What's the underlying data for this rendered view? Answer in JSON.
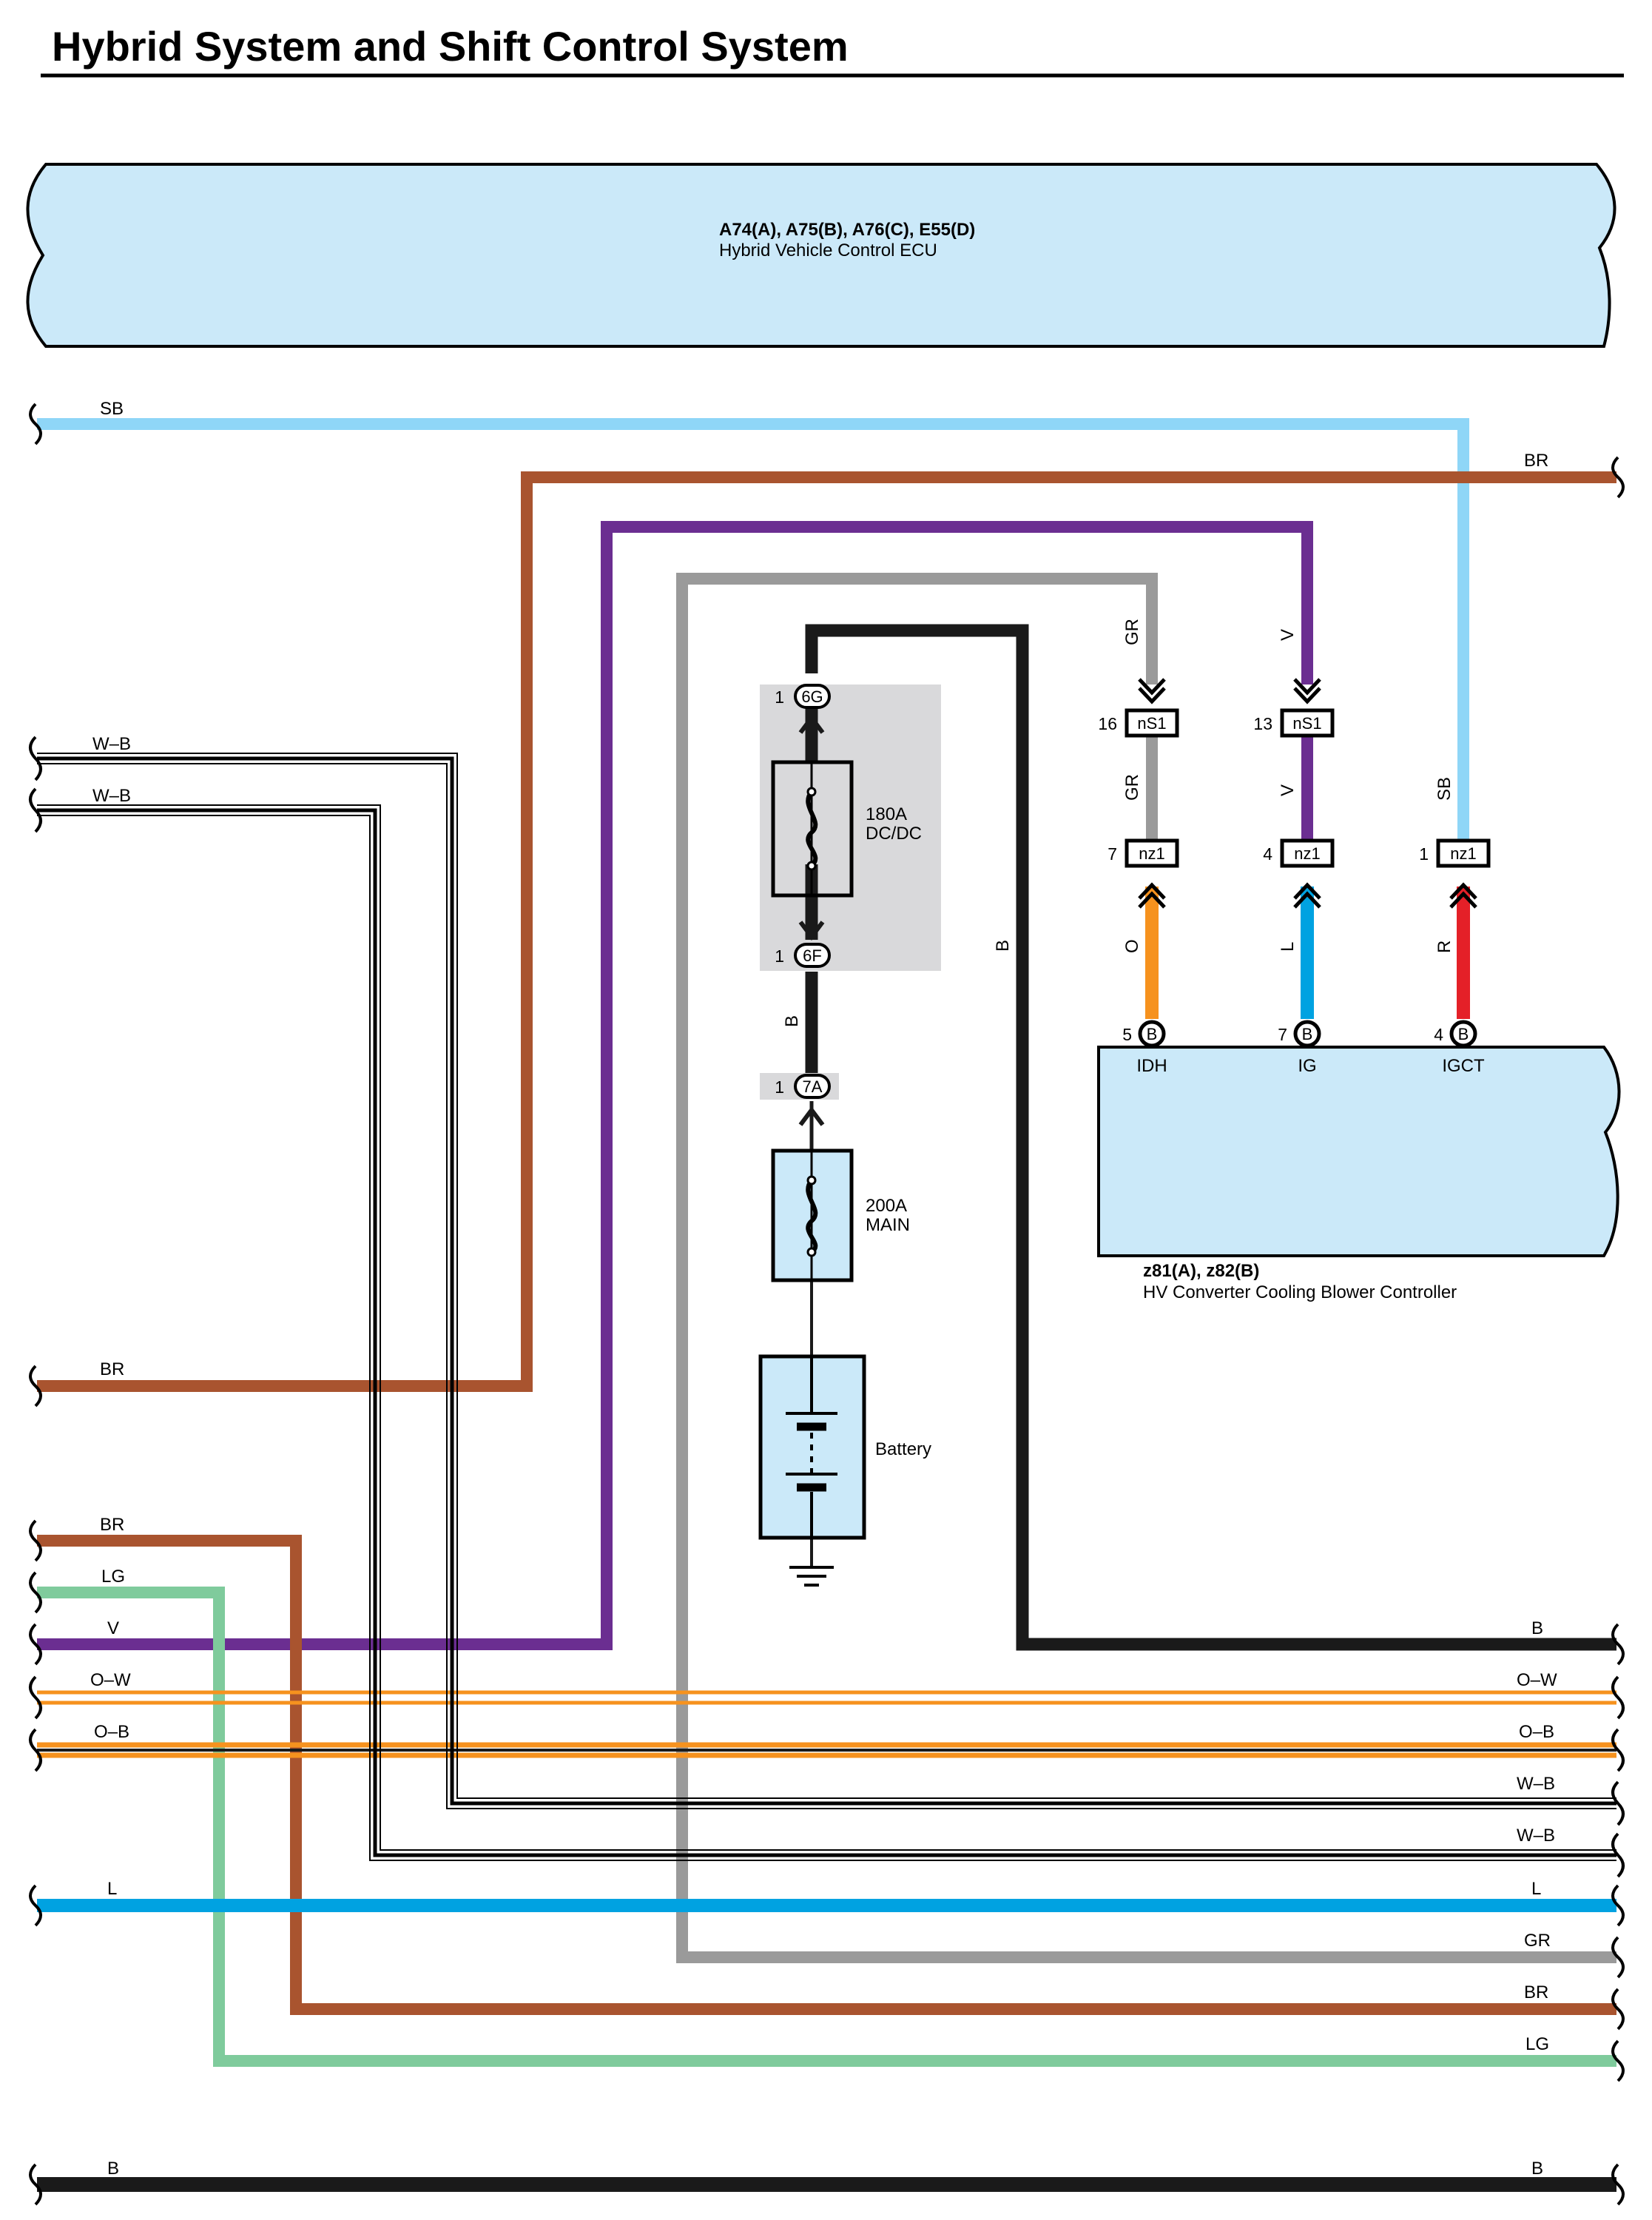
{
  "title": "Hybrid System and Shift Control System",
  "ecu": {
    "codes": "A74(A), A75(B), A76(C), E55(D)",
    "name": "Hybrid Vehicle Control ECU"
  },
  "controller": {
    "codes": "z81(A), z82(B)",
    "name": "HV Converter Cooling Blower Controller"
  },
  "fuse1": {
    "rating": "180A",
    "name": "DC/DC"
  },
  "fuse2": {
    "rating": "200A",
    "name": "MAIN"
  },
  "battery": "Battery",
  "connectors": {
    "c6G": {
      "pin": "1",
      "code": "6G"
    },
    "c6F": {
      "pin": "1",
      "code": "6F"
    },
    "c7A": {
      "pin": "1",
      "code": "7A"
    },
    "ns1_gr": {
      "pin": "16",
      "code": "nS1"
    },
    "ns1_v": {
      "pin": "13",
      "code": "nS1"
    },
    "nz1_o": {
      "pin": "7",
      "code": "nz1"
    },
    "nz1_l": {
      "pin": "4",
      "code": "nz1"
    },
    "nz1_r": {
      "pin": "1",
      "code": "nz1"
    },
    "b_idh": {
      "pin": "5",
      "code": "B",
      "terminal": "IDH"
    },
    "b_ig": {
      "pin": "7",
      "code": "B",
      "terminal": "IG"
    },
    "b_igct": {
      "pin": "4",
      "code": "B",
      "terminal": "IGCT"
    }
  },
  "wire_labels": {
    "sb_top": "SB",
    "br_top_right": "BR",
    "wb1_left": "W–B",
    "wb2_left": "W–B",
    "br_mid_left": "BR",
    "br_low_left": "BR",
    "lg_left": "LG",
    "v_left": "V",
    "ow_left": "O–W",
    "ob_left": "O–B",
    "l_left": "L",
    "b_bottom_left": "B",
    "b_right": "B",
    "ow_right": "O–W",
    "ob_right": "O–B",
    "wb1_right": "W–B",
    "wb2_right": "W–B",
    "l_right": "L",
    "gr_right": "GR",
    "br_right": "BR",
    "lg_right": "LG",
    "b_bottom_right": "B",
    "gr_v1": "GR",
    "v_v1": "V",
    "gr_v2": "GR",
    "v_v2": "V",
    "sb_v": "SB",
    "o_v": "O",
    "l_v": "L",
    "r_v": "R",
    "b_v_fuse": "B",
    "b_v_right": "B"
  },
  "colors": {
    "SB": "#8fd6f7",
    "BR": "#a9542f",
    "V": "#6b2e91",
    "GR": "#9a9a9a",
    "B": "#1a1a1a",
    "LG": "#7fcb9c",
    "O": "#f6921e",
    "L": "#00a2e1",
    "R": "#e42028",
    "panel": "#cbe9f9",
    "fuse_box": "#d9d9db"
  }
}
